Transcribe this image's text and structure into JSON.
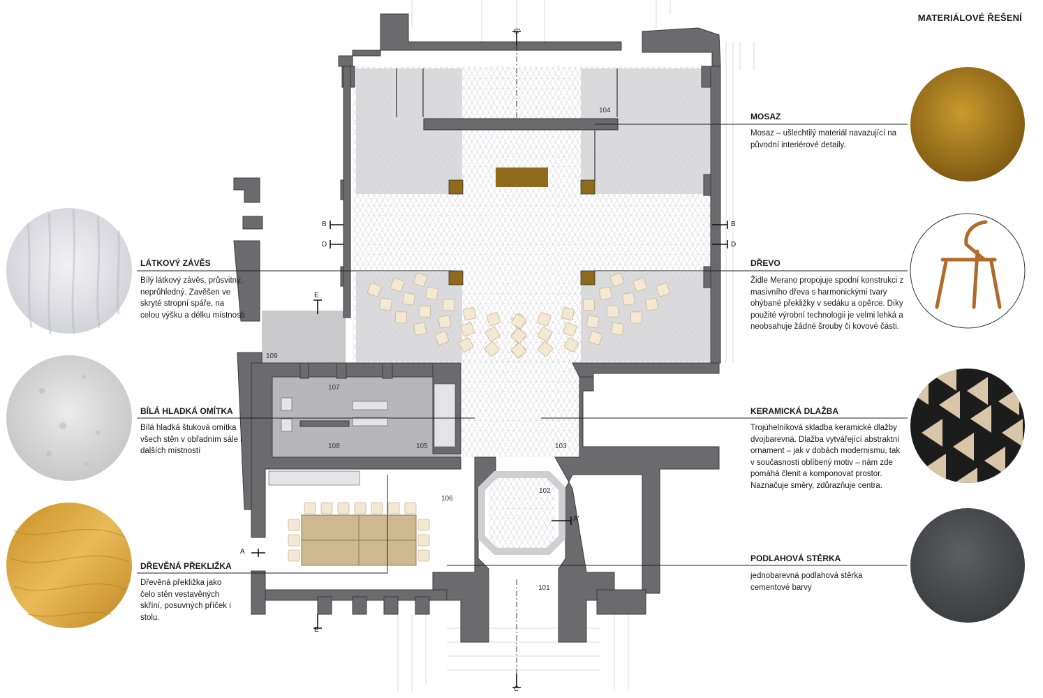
{
  "title": "MATERIÁLOVÉ ŘEŠENÍ",
  "materials_left": [
    {
      "id": "curtain",
      "label": "LÁTKOVÝ ZÁVĚS",
      "description": "Bílý látkový závěs, průsvitný, neprůhledný. Zavěšen ve skryté stropní spáře, na celou výšku a délku místnosti",
      "swatch": "#e2e2e6"
    },
    {
      "id": "plaster",
      "label": "BÍLÁ HLADKÁ OMÍTKA",
      "description": "Bílá hladká štuková omítka všech stěn v obřadním sále i dalších místností",
      "swatch": "#d6d6d6"
    },
    {
      "id": "plywood",
      "label": "DŘEVĚNÁ PŘEKLIŽKA",
      "description": "Dřevěná překližka jako čelo stěn vestavěných skříní, posuvných příček i stolu.",
      "swatch": "#d9a53a"
    }
  ],
  "materials_right": [
    {
      "id": "brass",
      "label": "MOSAZ",
      "description": "Mosaz – ušlechtilý materiál navazující na původní interiérové detaily.",
      "swatch": "#a87a16"
    },
    {
      "id": "wood",
      "label": "DŘEVO",
      "description": "Židle Merano propojuje spodní konstrukci z masivního dřeva s harmonickými tvary ohýbané překližky v sedáku a opěrce. Díky použité výrobní technologii je velmi lehká a neobsahuje žádné šrouby či kovové části.",
      "swatch": "#ffffff"
    },
    {
      "id": "tiles",
      "label": "KERAMICKÁ DLAŽBA",
      "description": "Trojúhelníková skladba keramické dlažby dvojbarevná. Dlažba vytvářející abstraktní ornament – jak v dobách modernismu, tak v současnosti oblíbený motiv – nám zde pomáhá členit a komponovat prostor. Naznačuje směry, zdůrazňuje centra.",
      "swatch": "#1c1c1c"
    },
    {
      "id": "screed",
      "label": "PODLAHOVÁ STĚRKA",
      "description": "jednobarevná podlahová stěrka cementové barvy",
      "swatch": "#4d4f52"
    }
  ],
  "rooms": [
    "104",
    "103",
    "102",
    "101",
    "105",
    "106",
    "107",
    "108",
    "109"
  ],
  "section_marks": [
    "B",
    "B",
    "D",
    "D",
    "A",
    "A'",
    "C",
    "C'",
    "E",
    "E"
  ],
  "colors": {
    "wall": "#6b6b6e",
    "floor_gray": "#d8d8da",
    "brass": "#8f6a1a",
    "chair": "#f3e8d2",
    "table": "#cdb88f"
  }
}
